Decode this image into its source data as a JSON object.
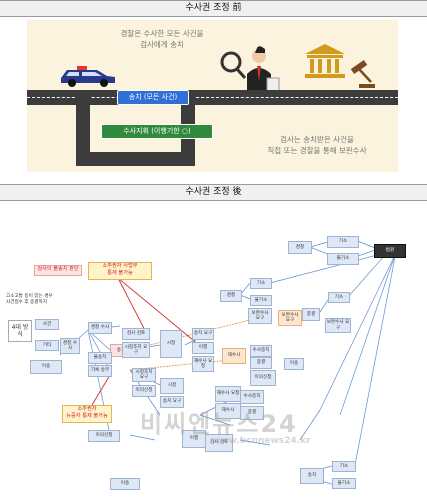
{
  "header_before": "수사권 조정 前",
  "header_after": "수사권 조정 後",
  "top": {
    "caption_left": [
      "경찰은 수사한 모든 사건을",
      "검사에게 송치"
    ],
    "caption_right": [
      "검사는 송치받은 사건을",
      "직접 또는 경찰을 통해 보완수사"
    ],
    "sign_main": "송치 (모든 사건)",
    "sign_branch": "수사지휘 (이행기한 ○)"
  },
  "bottom": {
    "nodes": {
      "police": "경찰",
      "indict_top": "기소",
      "court": "법원",
      "nonindict_top": "불기소",
      "police2": "경찰",
      "indict2": "기소",
      "nonindict2": "불기소",
      "investigation": "보완수사 요구",
      "indict3": "기소",
      "nonindict3": "불기소",
      "supplement": "보완수사 요구",
      "four_methods": "4대 방식",
      "other": "기타",
      "crime": "사건",
      "police_inv": "경찰 수사",
      "accuse": "송치",
      "nonsend": "불송치",
      "record": "기록 송부",
      "objection": "이의신청",
      "reinvestigate": "재수사 요청",
      "comply": "재수사",
      "end": "종결",
      "dismiss": "수사중지",
      "transfer": "이송",
      "prosecutor_check": "검사 검토",
      "request": "시정조치 요구",
      "correction": "시정",
      "sent": "송치 요구",
      "limit": "이행"
    },
    "notes": {
      "pink_top": "검사의 불송치 판단",
      "red_right": [
        "소추권자 사법부",
        "통제 불가능"
      ],
      "red_bottom": [
        "소추권자",
        "뉴증자 통제 불가능"
      ],
      "left_text": [
        "고소고발 등이 있는 경우",
        "사건접수 후 종결까지"
      ]
    }
  },
  "watermark": {
    "name": "비씨엔뉴스24",
    "url": "www.bcnnews24.kr"
  },
  "colors": {
    "top_bg": "#fbf3dd",
    "road": "#3c3c3c",
    "sign_blue": "#2f6fd6",
    "sign_green": "#2f8a3c",
    "red": "#d42a2a"
  }
}
